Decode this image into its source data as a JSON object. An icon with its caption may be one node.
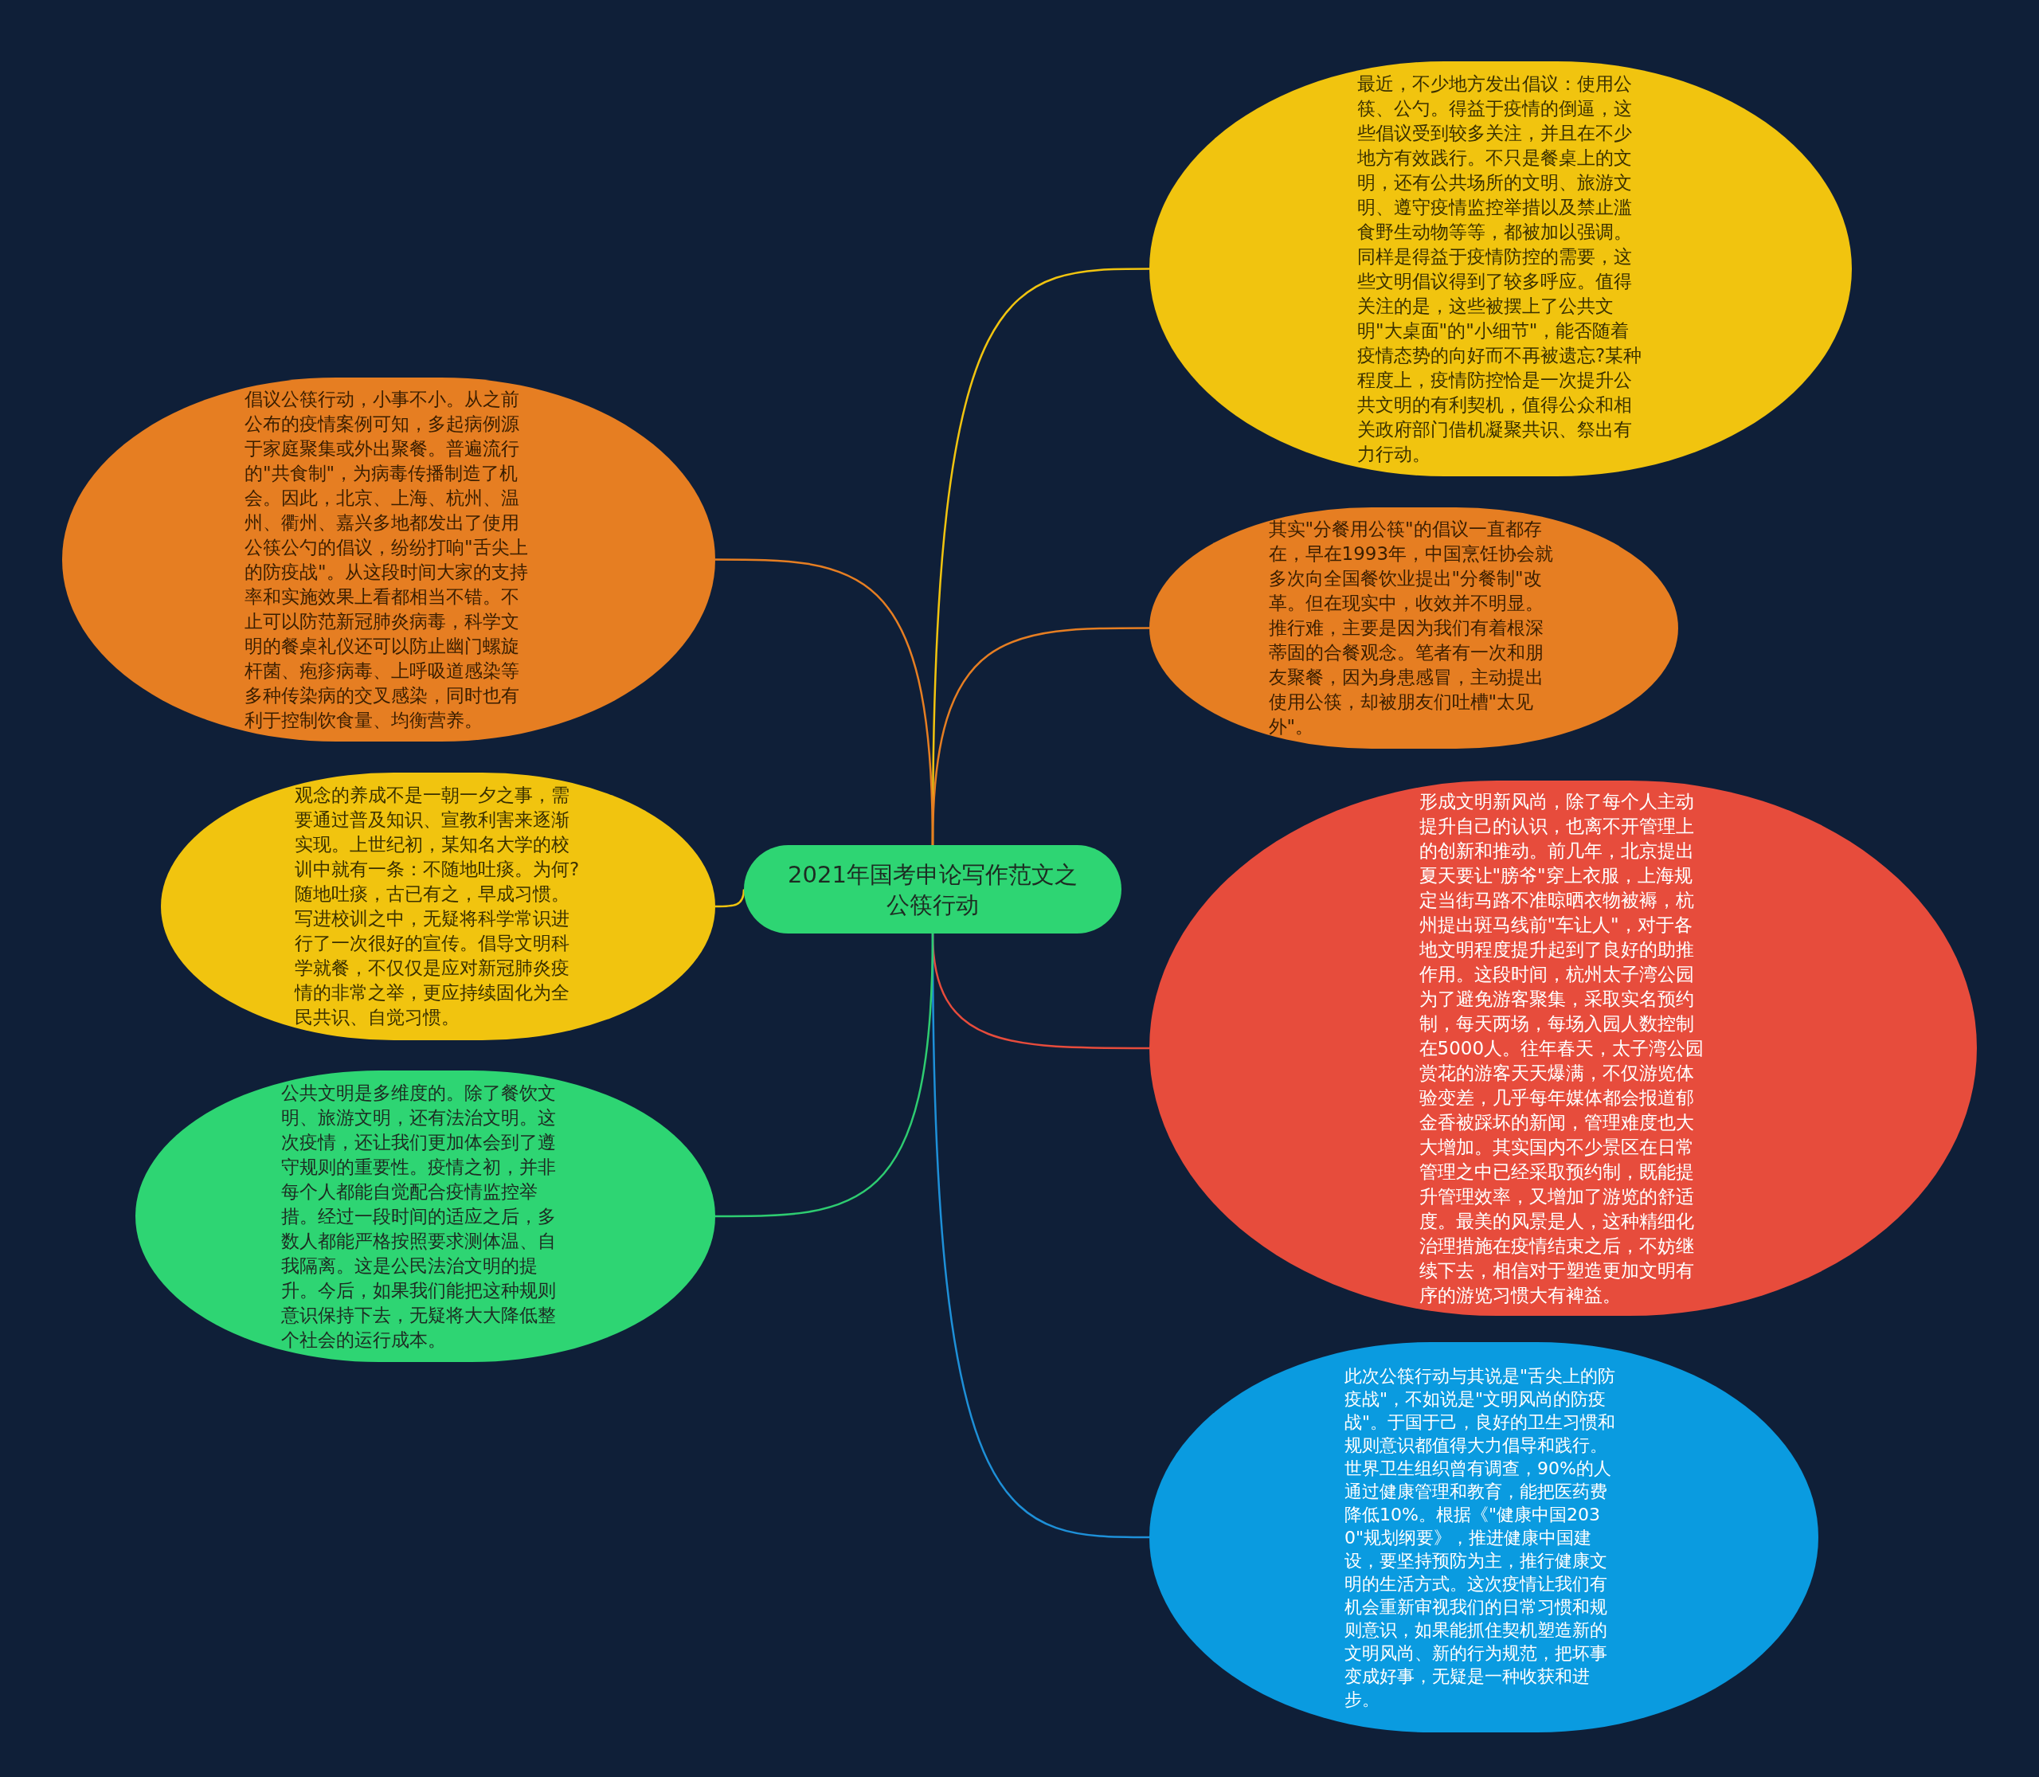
{
  "diagram": {
    "nodes": [
      {
        "text": [
          "2021年国考申论写作范文之公筷行动"
        ]
      },
      {
        "text": [
          "最近，不少地方发出倡议：使用公筷、公勺。得益于疫情的倒逼，这些倡议受到较多关注，并且在不少地方有效践行。不只是餐桌上的文明，还有公共场所的文明、旅游文明、遵守疫情监控举措以及禁止滥食野生动物等等，都被加以强调。同样是得益于疫情防控的需要，这些文明倡议得到了较多呼应。值得关注的是，这些被摆上了公共文明\"大桌面\"的\"小细节\"，能否随着疫情态势的向好而不再被遗忘?某种程度上，疫情防控恰是一次提升公共文明的有利契机，值得公众和相关政府部门借机凝聚共识、祭出有力行动。"
        ]
      },
      {
        "text": [
          "其实\"分餐用公筷\"的倡议一直都存在，早在1993年，中国烹饪协会就多次向全国餐饮业提出\"分餐制\"改革。但在现实中，收效并不明显。推行难，主要是因为我们有着根深蒂固的合餐观念。笔者有一次和朋友聚餐，因为身患感冒，主动提出使用公筷，却被朋友们吐槽\"太见外\"。"
        ]
      },
      {
        "text": [
          "形成文明新风尚，除了每个人主动提升自己的认识，也离不开管理上的创新和推动。前几年，北京提出夏天要让\"膀爷\"穿上衣服，上海规定当街马路不准晾晒衣物被褥，杭州提出斑马线前\"车让人\"，对于各地文明程度提升起到了良好的助推作用。这段时间，杭州太子湾公园为了避免游客聚集，采取实名预约制，每天两场，每场入园人数控制在5000人。往年春天，太子湾公园赏花的游客天天爆满，不仅游览体验变差，几乎每年媒体都会报道郁金香被踩坏的新闻，管理难度也大大增加。其实国内不少景区在日常管理之中已经采取预约制，既能提升管理效率，又增加了游览的舒适度。最美的风景是人，这种精细化治理措施在疫情结束之后，不妨继续下去，相信对于塑造更加文明有序的游览习惯大有裨益。"
        ]
      },
      {
        "text": [
          "此次公筷行动与其说是\"舌尖上的防疫战\"，不如说是\"文明风尚的防疫战\"。于国于己，良好的卫生习惯和规则意识都值得大力倡导和践行。世界卫生组织曾有调查，90%的人通过健康管理和教育，能把医药费降低10%。根据《\"健康中国2030\"规划纲要》，推进健康中国建设，要坚持预防为主，推行健康文明的生活方式。这次疫情让我们有机会重新审视我们的日常习惯和规则意识，如果能抓住契机塑造新的文明风尚、新的行为规范，把坏事变成好事，无疑是一种收获和进步。"
        ]
      },
      {
        "text": [
          "倡议公筷行动，小事不小。从之前公布的疫情案例可知，多起病例源于家庭聚集或外出聚餐。普遍流行的\"共食制\"，为病毒传播制造了机会。因此，北京、上海、杭州、温州、衢州、嘉兴多地都发出了使用公筷公勺的倡议，纷纷打响\"舌尖上的防疫战\"。从这段时间大家的支持率和实施效果上看都相当不错。不止可以防范新冠肺炎病毒，科学文明的餐桌礼仪还可以防止幽门螺旋杆菌、疱疹病毒、上呼吸道感染等多种传染病的交叉感染，同时也有利于控制饮食量、均衡营养。"
        ]
      },
      {
        "text": [
          "观念的养成不是一朝一夕之事，需要通过普及知识、宣教利害来逐渐实现。上世纪初，某知名大学的校训中就有一条：不随地吐痰。为何?随地吐痰，古已有之，早成习惯。写进校训之中，无疑将科学常识进行了一次很好的宣传。倡导文明科学就餐，不仅仅是应对新冠肺炎疫情的非常之举，更应持续固化为全民共识、自觉习惯。"
        ]
      },
      {
        "text": [
          "公共文明是多维度的。除了餐饮文明、旅游文明，还有法治文明。这次疫情，还让我们更加体会到了遵守规则的重要性。疫情之初，并非每个人都能自觉配合疫情监控举措。经过一段时间的适应之后，多数人都能严格按照要求测体温、自我隔离。这是公民法治文明的提升。今后，如果我们能把这种规则意识保持下去，无疑将大大降低整个社会的运行成本。"
        ]
      }
    ],
    "edges": [
      {
        "from": 0,
        "to": 1,
        "arrow": "none",
        "color": "#f1c40f"
      },
      {
        "from": 0,
        "to": 2,
        "arrow": "none",
        "color": "#e67e22"
      },
      {
        "from": 0,
        "to": 3,
        "arrow": "none",
        "color": "#e74c3c"
      },
      {
        "from": 0,
        "to": 4,
        "arrow": "none",
        "color": "#1e90d8"
      },
      {
        "from": 0,
        "to": 5,
        "arrow": "none",
        "color": "#e67e22"
      },
      {
        "from": 0,
        "to": 6,
        "arrow": "none",
        "color": "#f1c40f"
      },
      {
        "from": 0,
        "to": 7,
        "arrow": "none",
        "color": "#2ecc71"
      }
    ]
  }
}
